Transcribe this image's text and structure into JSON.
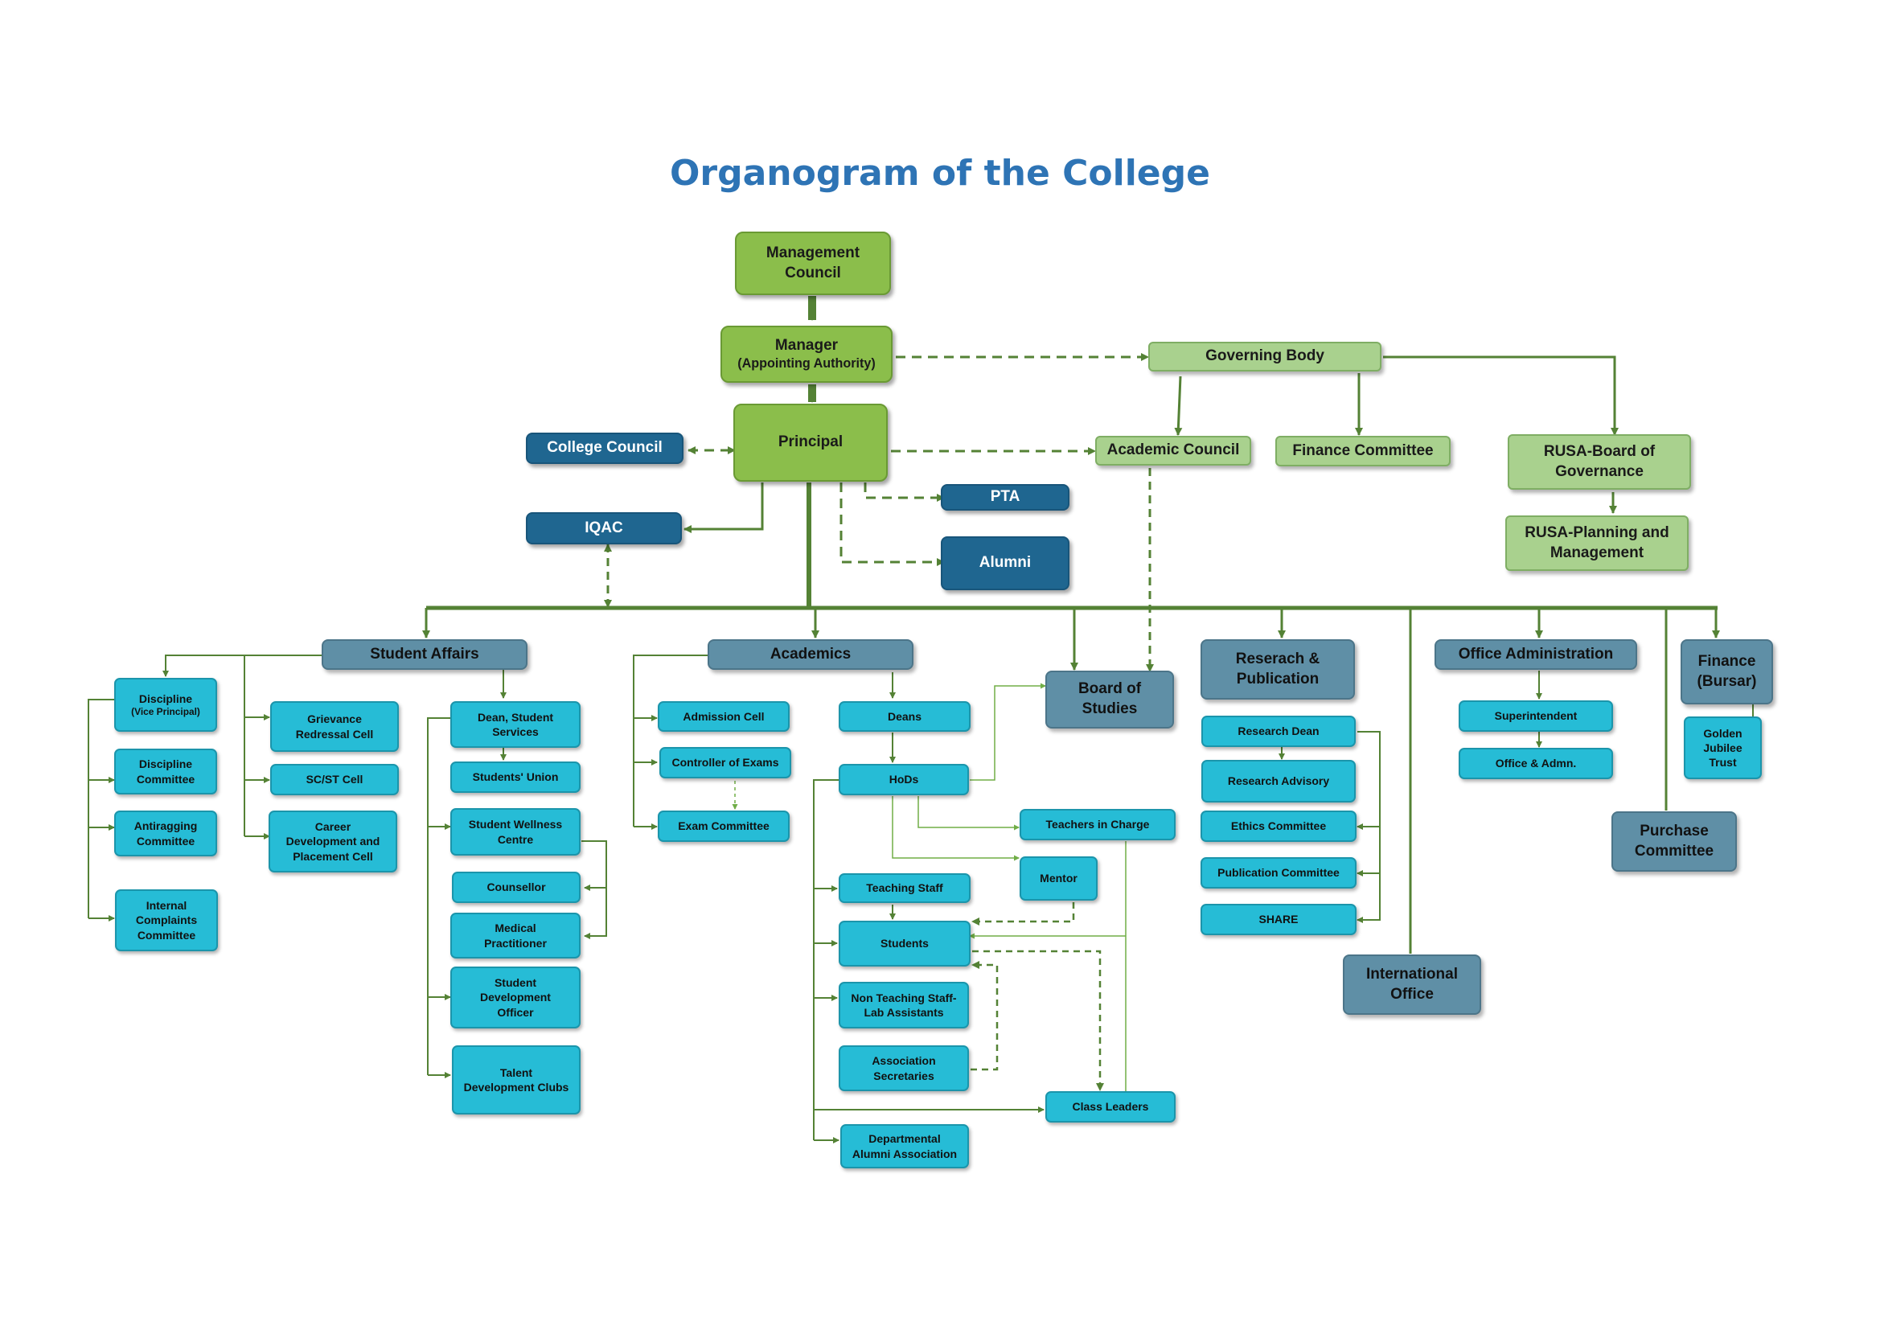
{
  "title": "Organogram of the College",
  "colors": {
    "title": "#2e74b5",
    "line": "#548235",
    "thin_line": "#70ad47",
    "management_green": "#8bbe4b",
    "light_green": "#a9d18e",
    "dark_blue": "#1f6690",
    "slate_blue": "#5f8fa6",
    "cyan": "#26bcd6"
  },
  "nodes": {
    "management_council": "Management\nCouncil",
    "manager": "Manager",
    "manager_sub": "(Appointing Authority)",
    "governing_body": "Governing Body",
    "principal": "Principal",
    "college_council": "College Council",
    "academic_council": "Academic Council",
    "finance_committee": "Finance Committee",
    "rusa_board": "RUSA-Board of\nGovernance",
    "rusa_planning": "RUSA-Planning and\nManagement",
    "iqac": "IQAC",
    "pta": "PTA",
    "alumni": "Alumni",
    "student_affairs": "Student Affairs",
    "academics": "Academics",
    "board_of_studies": "Board of\nStudies",
    "research_publication": "Reserach &\nPublication",
    "office_administration": "Office Administration",
    "finance_bursar": "Finance\n(Bursar)",
    "purchase_committee": "Purchase\nCommittee",
    "international_office": "International\nOffice",
    "discipline_vp": "Discipline",
    "discipline_vp_sub": "(Vice Principal)",
    "discipline_committee": "Discipline\nCommittee",
    "antiragging_committee": "Antiragging\nCommittee",
    "internal_complaints": "Internal\nComplaints\nCommittee",
    "grievance_cell": "Grievance\nRedressal Cell",
    "scst_cell": "SC/ST Cell",
    "career_cell": "Career\nDevelopment and\nPlacement Cell",
    "dean_student_services": "Dean, Student\nServices",
    "students_union": "Students' Union",
    "wellness_centre": "Student Wellness\nCentre",
    "counsellor": "Counsellor",
    "medical_practitioner": "Medical\nPractitioner",
    "student_dev_officer": "Student\nDevelopment\nOfficer",
    "talent_clubs": "Talent\nDevelopment Clubs",
    "admission_cell": "Admission Cell",
    "controller_exams": "Controller of Exams",
    "exam_committee": "Exam Committee",
    "deans": "Deans",
    "hods": "HoDs",
    "teachers_in_charge": "Teachers in Charge",
    "mentor": "Mentor",
    "teaching_staff": "Teaching Staff",
    "students": "Students",
    "non_teaching": "Non Teaching Staff-\nLab Assistants",
    "association_secretaries": "Association\nSecretaries",
    "class_leaders": "Class Leaders",
    "dept_alumni": "Departmental\nAlumni Association",
    "research_dean": "Research Dean",
    "research_advisory": "Research Advisory",
    "ethics_committee": "Ethics Committee",
    "publication_committee": "Publication Committee",
    "share": "SHARE",
    "superintendent": "Superintendent",
    "office_admn": "Office & Admn.",
    "golden_jubilee": "Golden\nJubilee\nTrust"
  }
}
